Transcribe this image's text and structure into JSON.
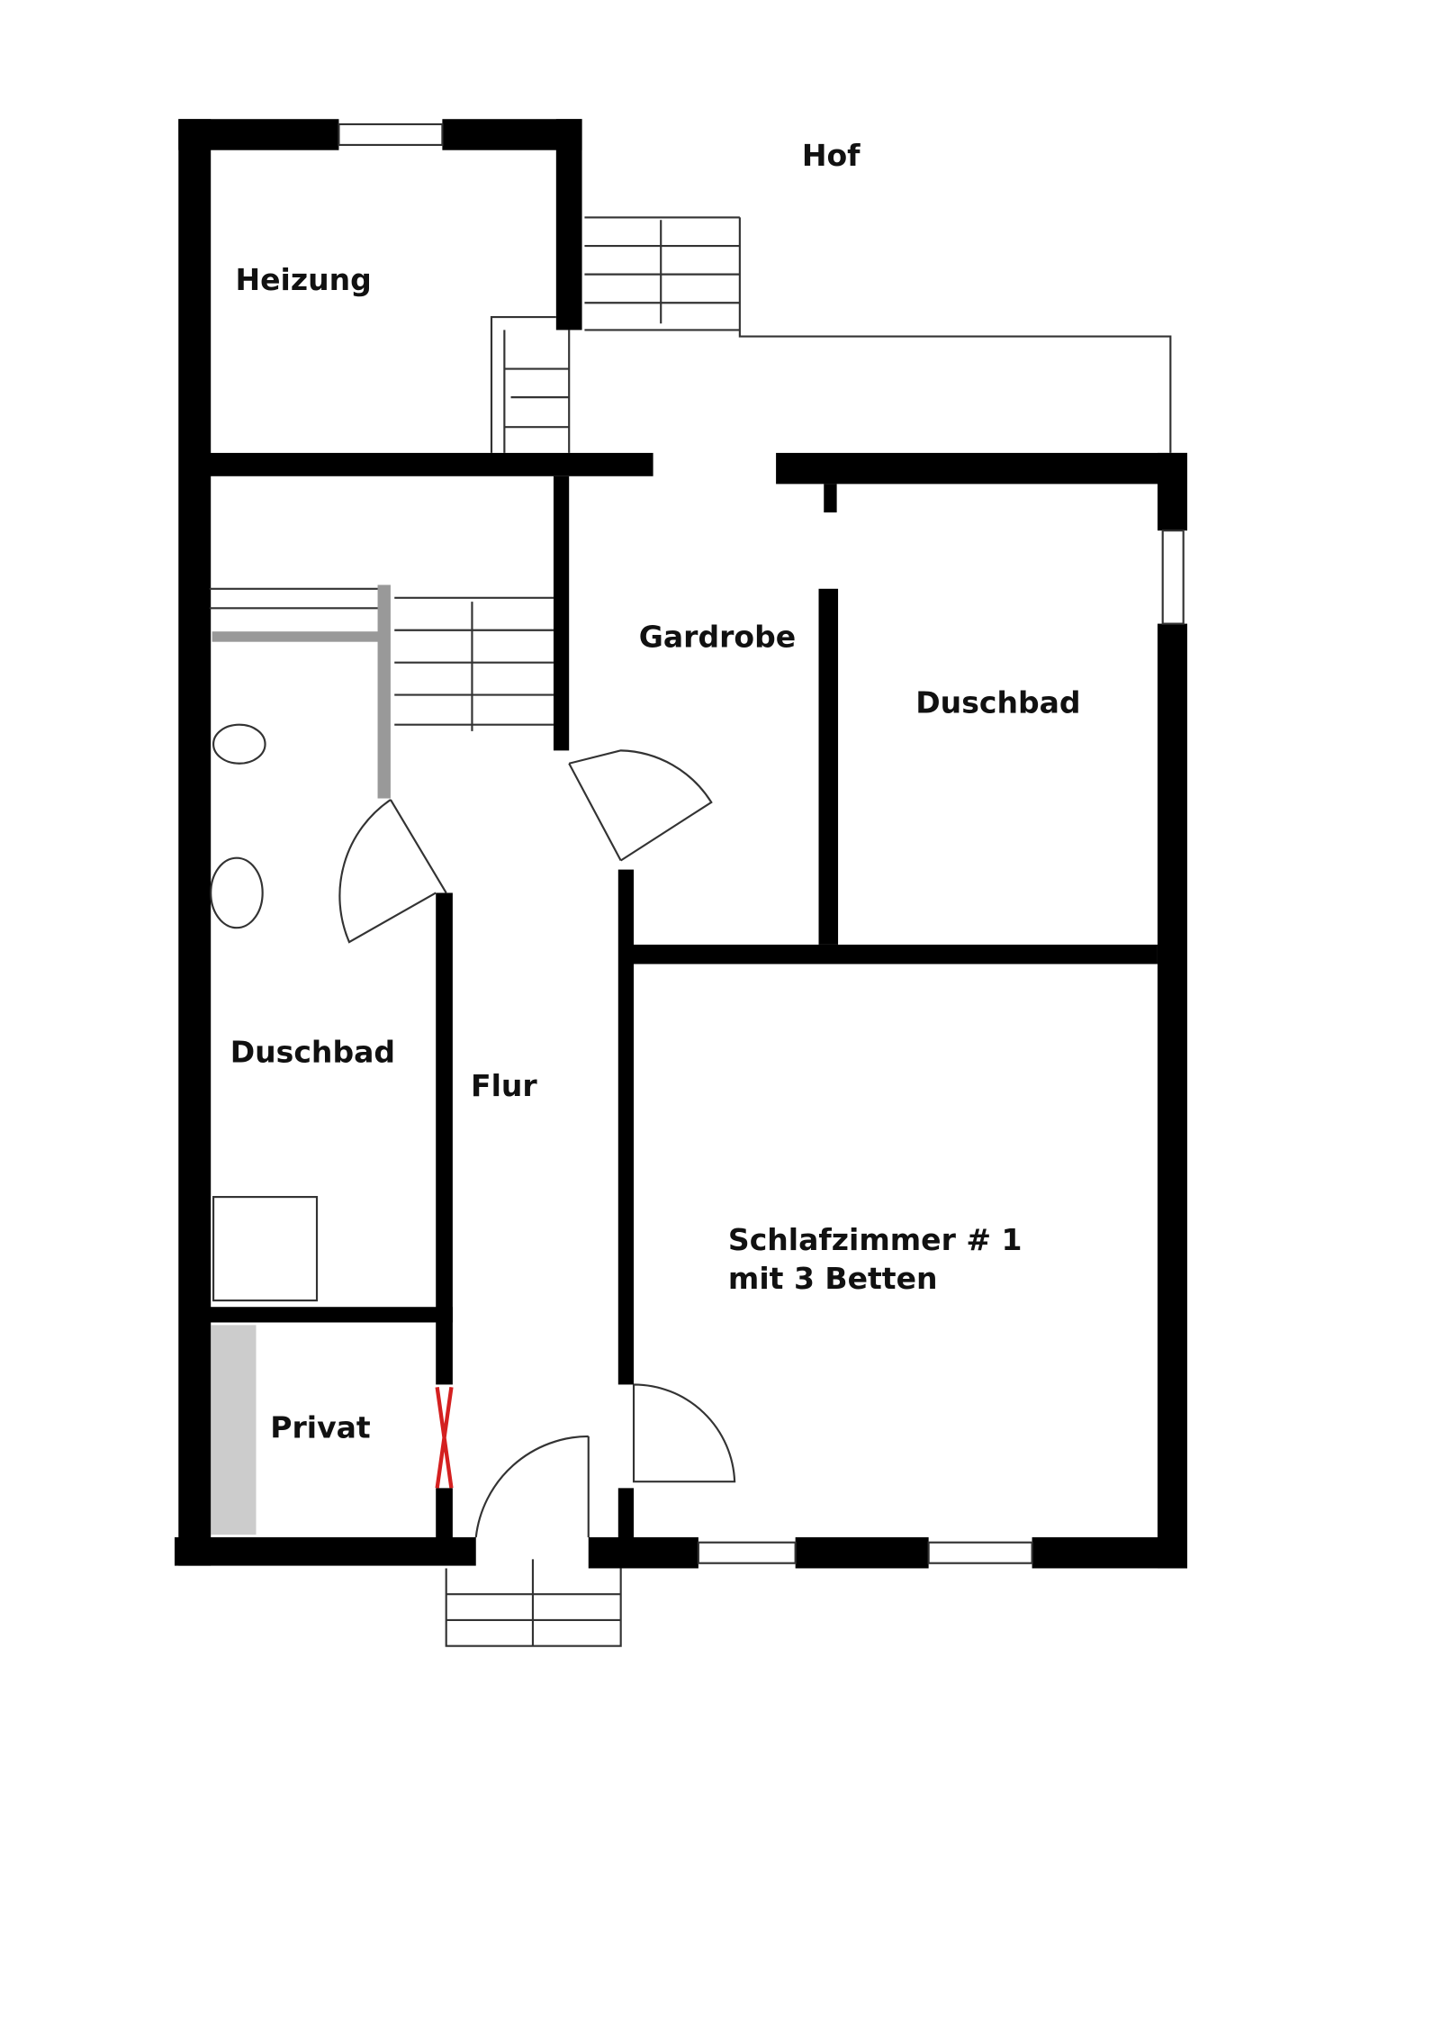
{
  "rooms": {
    "hof": "Hof",
    "heizung": "Heizung",
    "gardrobe": "Gardrobe",
    "duschbad_right": "Duschbad",
    "duschbad_left": "Duschbad",
    "flur": "Flur",
    "schlafzimmer_line1": "Schlafzimmer # 1",
    "schlafzimmer_line2": "mit 3 Betten",
    "privat": "Privat"
  },
  "colors": {
    "wall": "#000000",
    "blocked_door_mark": "#d42020"
  }
}
